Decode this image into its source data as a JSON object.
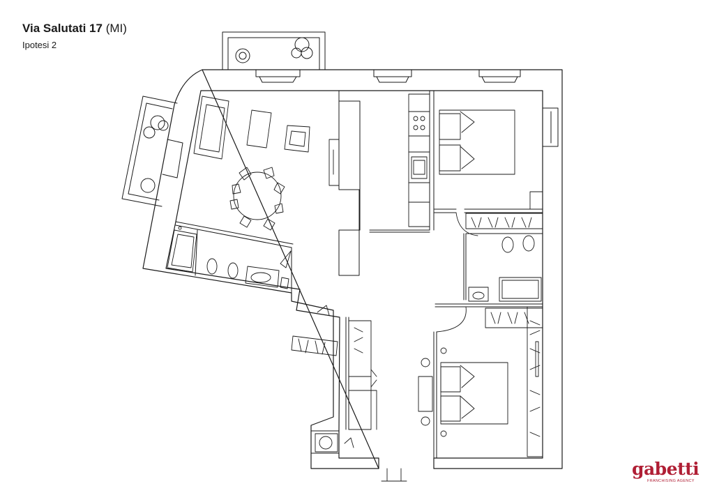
{
  "title": {
    "street": "Via Salutati 17",
    "city": "(MI)"
  },
  "subtitle": "Ipotesi 2",
  "brand": {
    "name": "gabetti",
    "tagline": "FRANCHISING AGENCY",
    "color": "#b01f35"
  },
  "colors": {
    "wall": "#1a1a1a",
    "fixture": "#333333",
    "background": "#ffffff"
  }
}
